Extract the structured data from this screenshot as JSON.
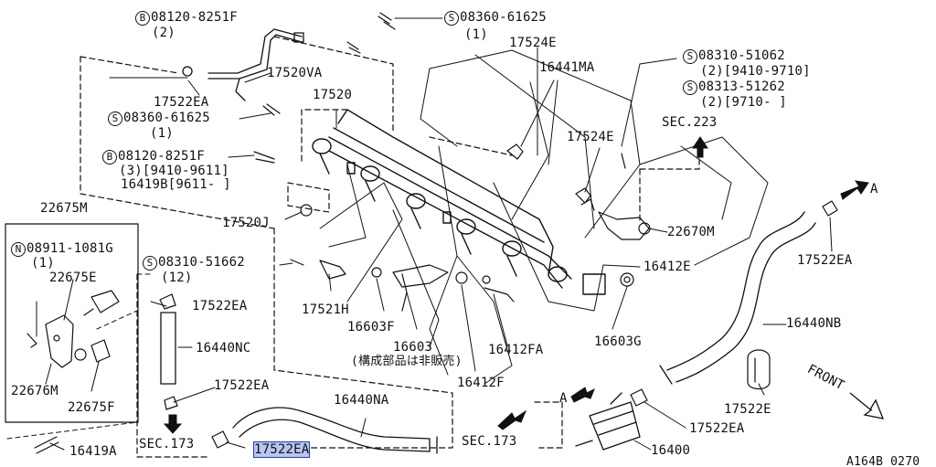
{
  "labels": {
    "b_08120_8251F_top": "08120-8251F",
    "b_08120_8251F_top_qty": "(2)",
    "s_08360_61625_top": "08360-61625",
    "s_08360_61625_top_qty": "(1)",
    "p17524E_top": "17524E",
    "p16441MA": "16441MA",
    "p17520VA": "17520VA",
    "p17522EA_a": "17522EA",
    "s_08360_61625_mid": "08360-61625",
    "s_08360_61625_mid_qty": "(1)",
    "p17520": "17520",
    "b_08120_8251F_mid": "08120-8251F",
    "b_08120_8251F_mid_qty": "(3)[9410-9611]",
    "p16419B": "16419B[9611-   ]",
    "s_08310_51062": "08310-51062",
    "s_08310_51062_qty": "(2)[9410-9710]",
    "s_08313_51262": "08313-51262",
    "s_08313_51262_qty": "(2)[9710-     ]",
    "sec223": "SEC.223",
    "p17524E_mid": "17524E",
    "p22670M": "22670M",
    "arrow_a_top": "A",
    "p22675M": "22675M",
    "n_08911_1081G": "08911-1081G",
    "n_08911_1081G_qty": "(1)",
    "p22675E": "22675E",
    "p22676M": "22676M",
    "p22675F": "22675F",
    "p17520J": "17520J",
    "s_08310_51662": "08310-51662",
    "s_08310_51662_qty": "(12)",
    "p17522EA_b": "17522EA",
    "p16440NC": "16440NC",
    "p17522EA_c": "17522EA",
    "p17521H": "17521H",
    "p16603F": "16603F",
    "p16603": "16603",
    "note_not_sold": "(構成部品は非販売)",
    "p16412FA": "16412FA",
    "p16412F": "16412F",
    "p16412E": "16412E",
    "p16603G": "16603G",
    "p17522EA_d": "17522EA",
    "p16440NB": "16440NB",
    "front": "FRONT",
    "p17522E": "17522E",
    "arrow_a_bottom": "A",
    "p17522EA_e": "17522EA",
    "p16440NA": "16440NA",
    "sec173_left": "SEC.173",
    "sec173_right": "SEC.173",
    "p17522EA_hl": "17522EA",
    "p16400": "16400",
    "p16419A": "16419A",
    "code": "A164B 0270",
    "prefix_b": "B",
    "prefix_s": "S",
    "prefix_n": "N"
  },
  "colors": {
    "highlight": "#b9c6f2",
    "line": "#111111"
  }
}
